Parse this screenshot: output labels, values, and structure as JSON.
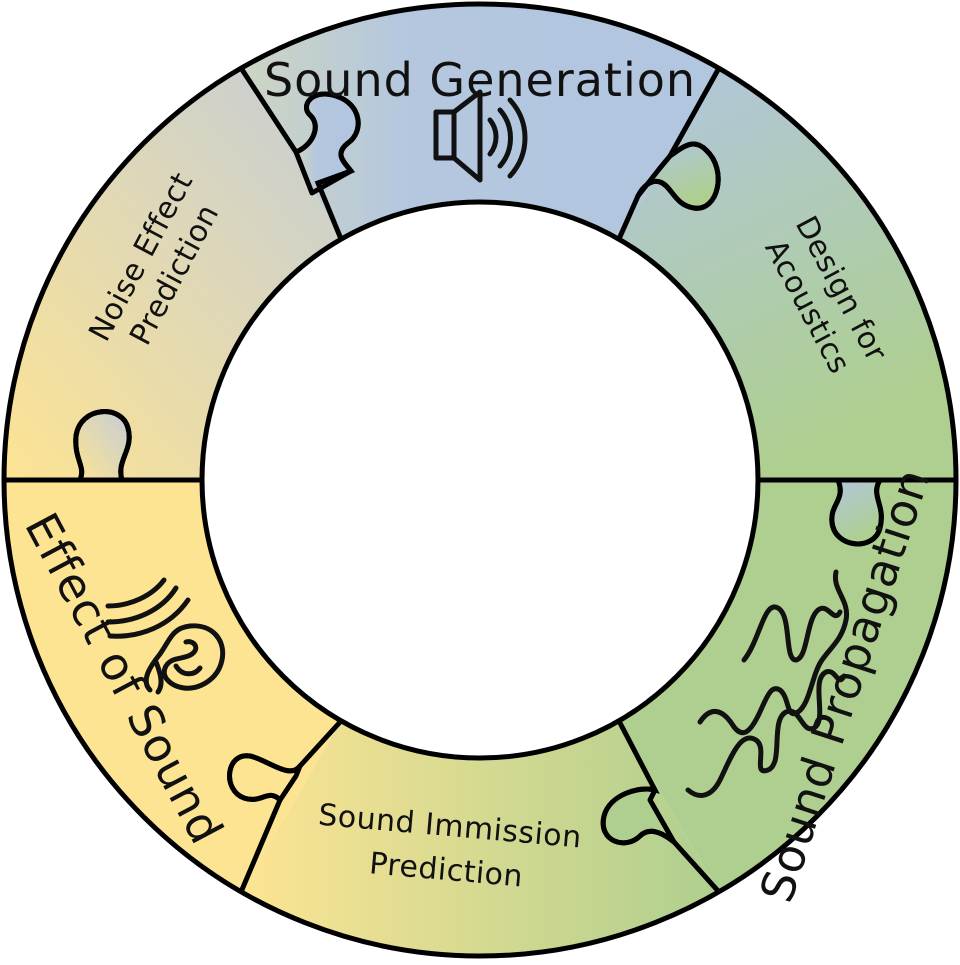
{
  "colors": {
    "blue": "#b1c6df",
    "green": "#aecf8f",
    "yellow": "#fde493",
    "outline": "#000000",
    "center": "#ffffff"
  },
  "segments": {
    "sound_generation": {
      "label": "Sound Generation",
      "icon": "speaker-icon"
    },
    "design_for_acoustics": {
      "line1": "Design for",
      "line2": "Acoustics"
    },
    "sound_propagation": {
      "label": "Sound Propagation",
      "icon": "wave-icon"
    },
    "sound_immission_prediction": {
      "line1": "Sound Immission",
      "line2": "Prediction"
    },
    "effect_of_sound": {
      "label": "Effect of Sound",
      "icon": "ear-icon"
    },
    "noise_effect_prediction": {
      "line1": "Noise Effect",
      "line2": "Prediction"
    }
  }
}
